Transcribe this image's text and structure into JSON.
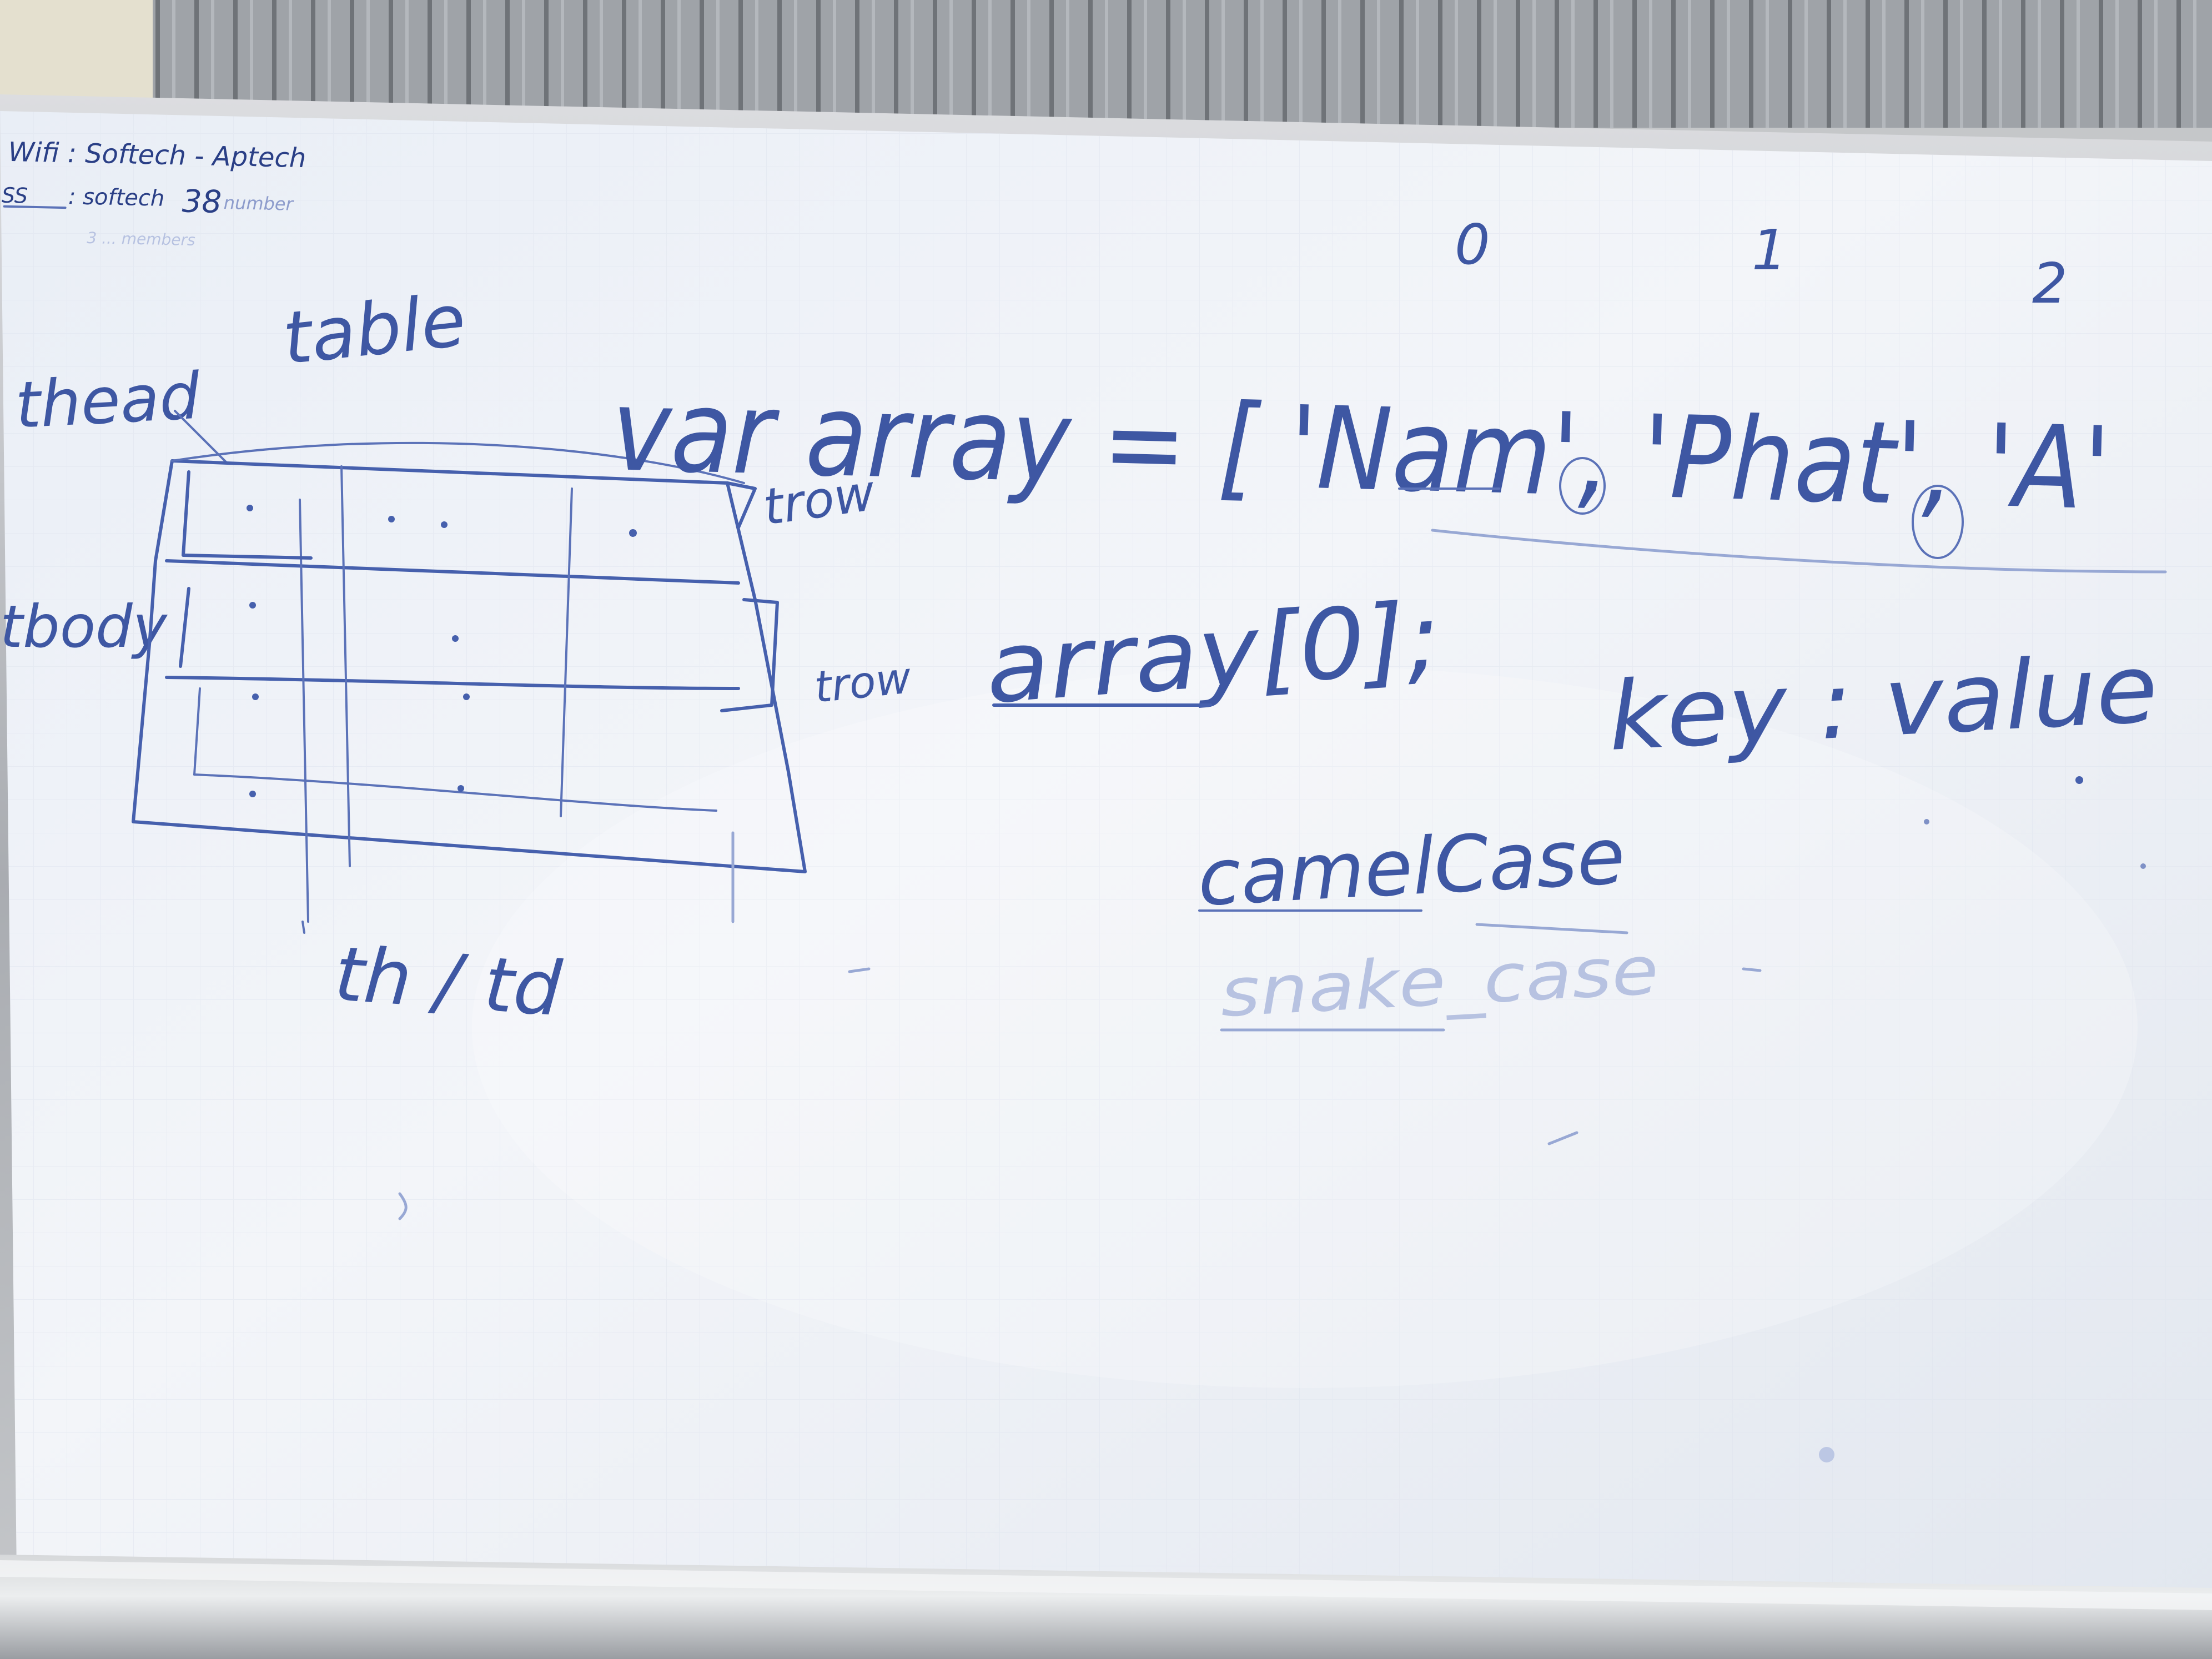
{
  "wifi_note": {
    "line1": "Wifi : Softech - Aptech",
    "line2_prefix": "SS",
    "line2_mid": ": softech",
    "line2_num": "38",
    "line2_suffix": "number",
    "line3": "3 ... members"
  },
  "table_sketch": {
    "label_table": "table",
    "label_thead": "thead",
    "label_tbody": "tbody",
    "label_trow_top": "trow",
    "label_trow_mid": "trow",
    "label_th_td": "th / td"
  },
  "array_code": {
    "declaration": "var array = [ 'Nam', 'Phat', 'A'",
    "index_0": "0",
    "index_1": "1",
    "index_2": "2",
    "access": "array[0];",
    "key_value": "key : value"
  },
  "naming": {
    "camel": "camelCase",
    "snake": "snake_case"
  },
  "colors": {
    "marker": "#3e57a3",
    "board": "#eef1f6",
    "frame": "#c9cbce",
    "blinds": "#8e9297"
  }
}
